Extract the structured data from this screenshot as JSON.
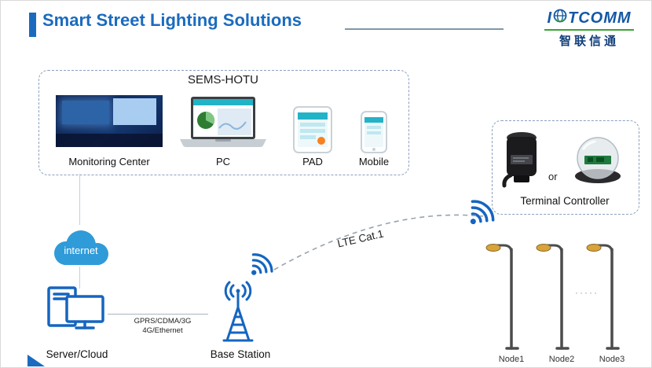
{
  "title": "Smart Street Lighting Solutions",
  "logo": {
    "brand_left": "I",
    "brand_right": "TCOMM",
    "chinese": "智联信通"
  },
  "sems_box": {
    "title": "SEMS-HOTU",
    "items": [
      {
        "label": "Monitoring Center"
      },
      {
        "label": "PC"
      },
      {
        "label": "PAD"
      },
      {
        "label": "Mobile"
      }
    ]
  },
  "terminal_box": {
    "or_label": "or",
    "label": "Terminal Controller"
  },
  "network": {
    "cloud_label": "internet",
    "server_label": "Server/Cloud",
    "uplink_line1": "GPRS/CDMA/3G",
    "uplink_line2": "4G/Ethernet",
    "base_label": "Base Station",
    "lte_label": "LTE Cat.1"
  },
  "nodes": {
    "n1": "Node1",
    "n2": "Node2",
    "n3": "Node3",
    "dots": "·····"
  },
  "colors": {
    "accent_blue": "#1a6bbf",
    "cloud_blue": "#2f9bd8",
    "icon_blue": "#1565c0",
    "logo_green": "#3aa335"
  }
}
